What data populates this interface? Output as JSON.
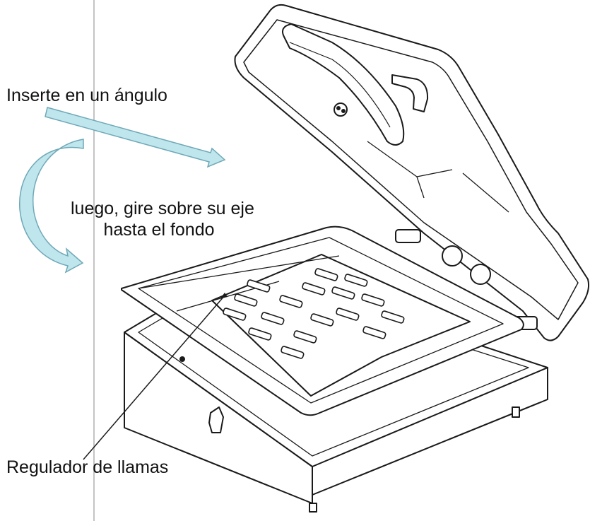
{
  "labels": {
    "insert": "Inserte en un ángulo",
    "rotate_line1": "luego, gire sobre su eje",
    "rotate_line2": "hasta el fondo",
    "regulator": "Regulador de llamas"
  },
  "colors": {
    "arrow_fill": "#bfe6ec",
    "arrow_stroke": "#6fa8b8",
    "line_art": "#1a1a1a",
    "guide_line": "#bdbdbd"
  }
}
